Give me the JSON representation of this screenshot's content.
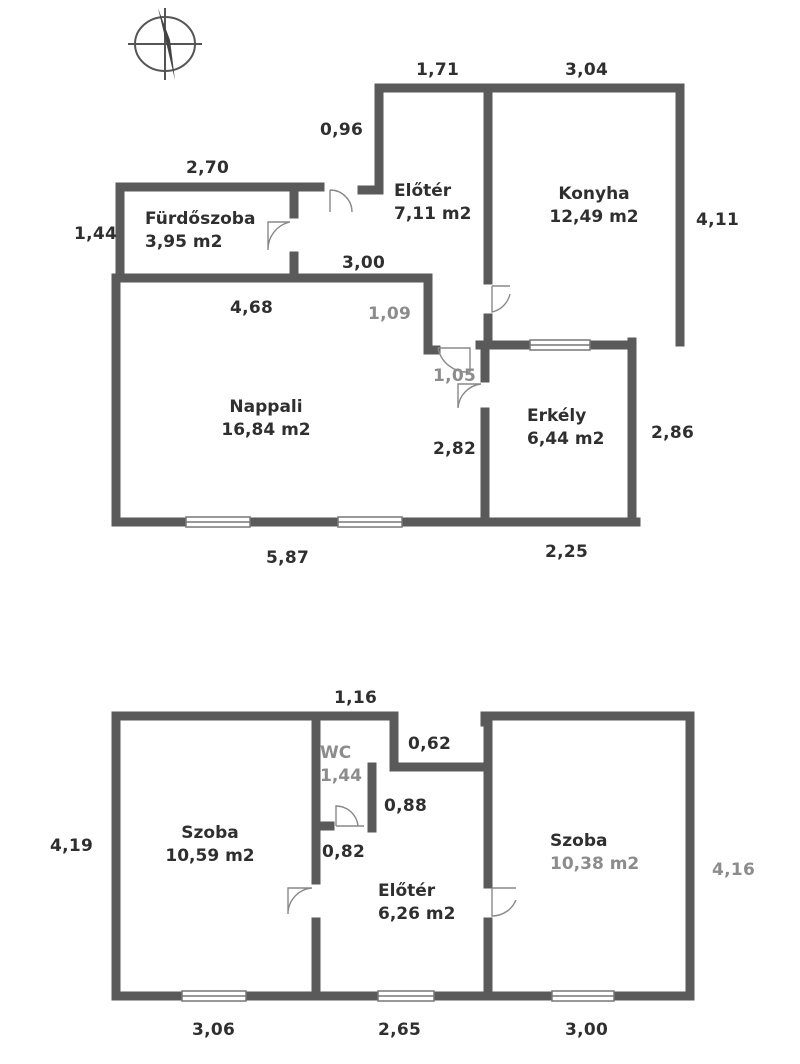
{
  "upper_floor": {
    "rooms": {
      "furdoszoba": {
        "name": "Fürdőszoba",
        "area": "3,95 m2"
      },
      "eloter": {
        "name": "Előtér",
        "area": "7,11 m2"
      },
      "konyha": {
        "name": "Konyha",
        "area": "12,49 m2"
      },
      "nappali": {
        "name": "Nappali",
        "area": "16,84 m2"
      },
      "erkely": {
        "name": "Erkély",
        "area": "6,44 m2"
      }
    },
    "dimensions": {
      "d_1_71": "1,71",
      "d_3_04": "3,04",
      "d_0_96": "0,96",
      "d_2_70": "2,70",
      "d_1_44": "1,44",
      "d_4_11": "4,11",
      "d_3_00": "3,00",
      "d_4_68": "4,68",
      "d_1_09": "1,09",
      "d_1_05": "1,05",
      "d_2_82": "2,82",
      "d_2_86": "2,86",
      "d_5_87": "5,87",
      "d_2_25": "2,25"
    }
  },
  "lower_floor": {
    "rooms": {
      "szoba_left": {
        "name": "Szoba",
        "area": "10,59 m2"
      },
      "wc": {
        "name": "WC",
        "area": "1,44"
      },
      "eloter": {
        "name": "Előtér",
        "area": "6,26 m2"
      },
      "szoba_right": {
        "name": "Szoba",
        "area": "10,38 m2"
      }
    },
    "dimensions": {
      "d_1_16": "1,16",
      "d_0_62": "0,62",
      "d_0_88": "0,88",
      "d_0_82": "0,82",
      "d_4_19": "4,19",
      "d_4_16": "4,16",
      "d_3_06": "3,06",
      "d_2_65": "2,65",
      "d_3_00": "3,00"
    }
  },
  "compass_icon": "north-arrow-icon",
  "colors": {
    "wall": "#5a5a5a",
    "text": "#2f2f2f",
    "grey_text": "#8c8c8c"
  }
}
